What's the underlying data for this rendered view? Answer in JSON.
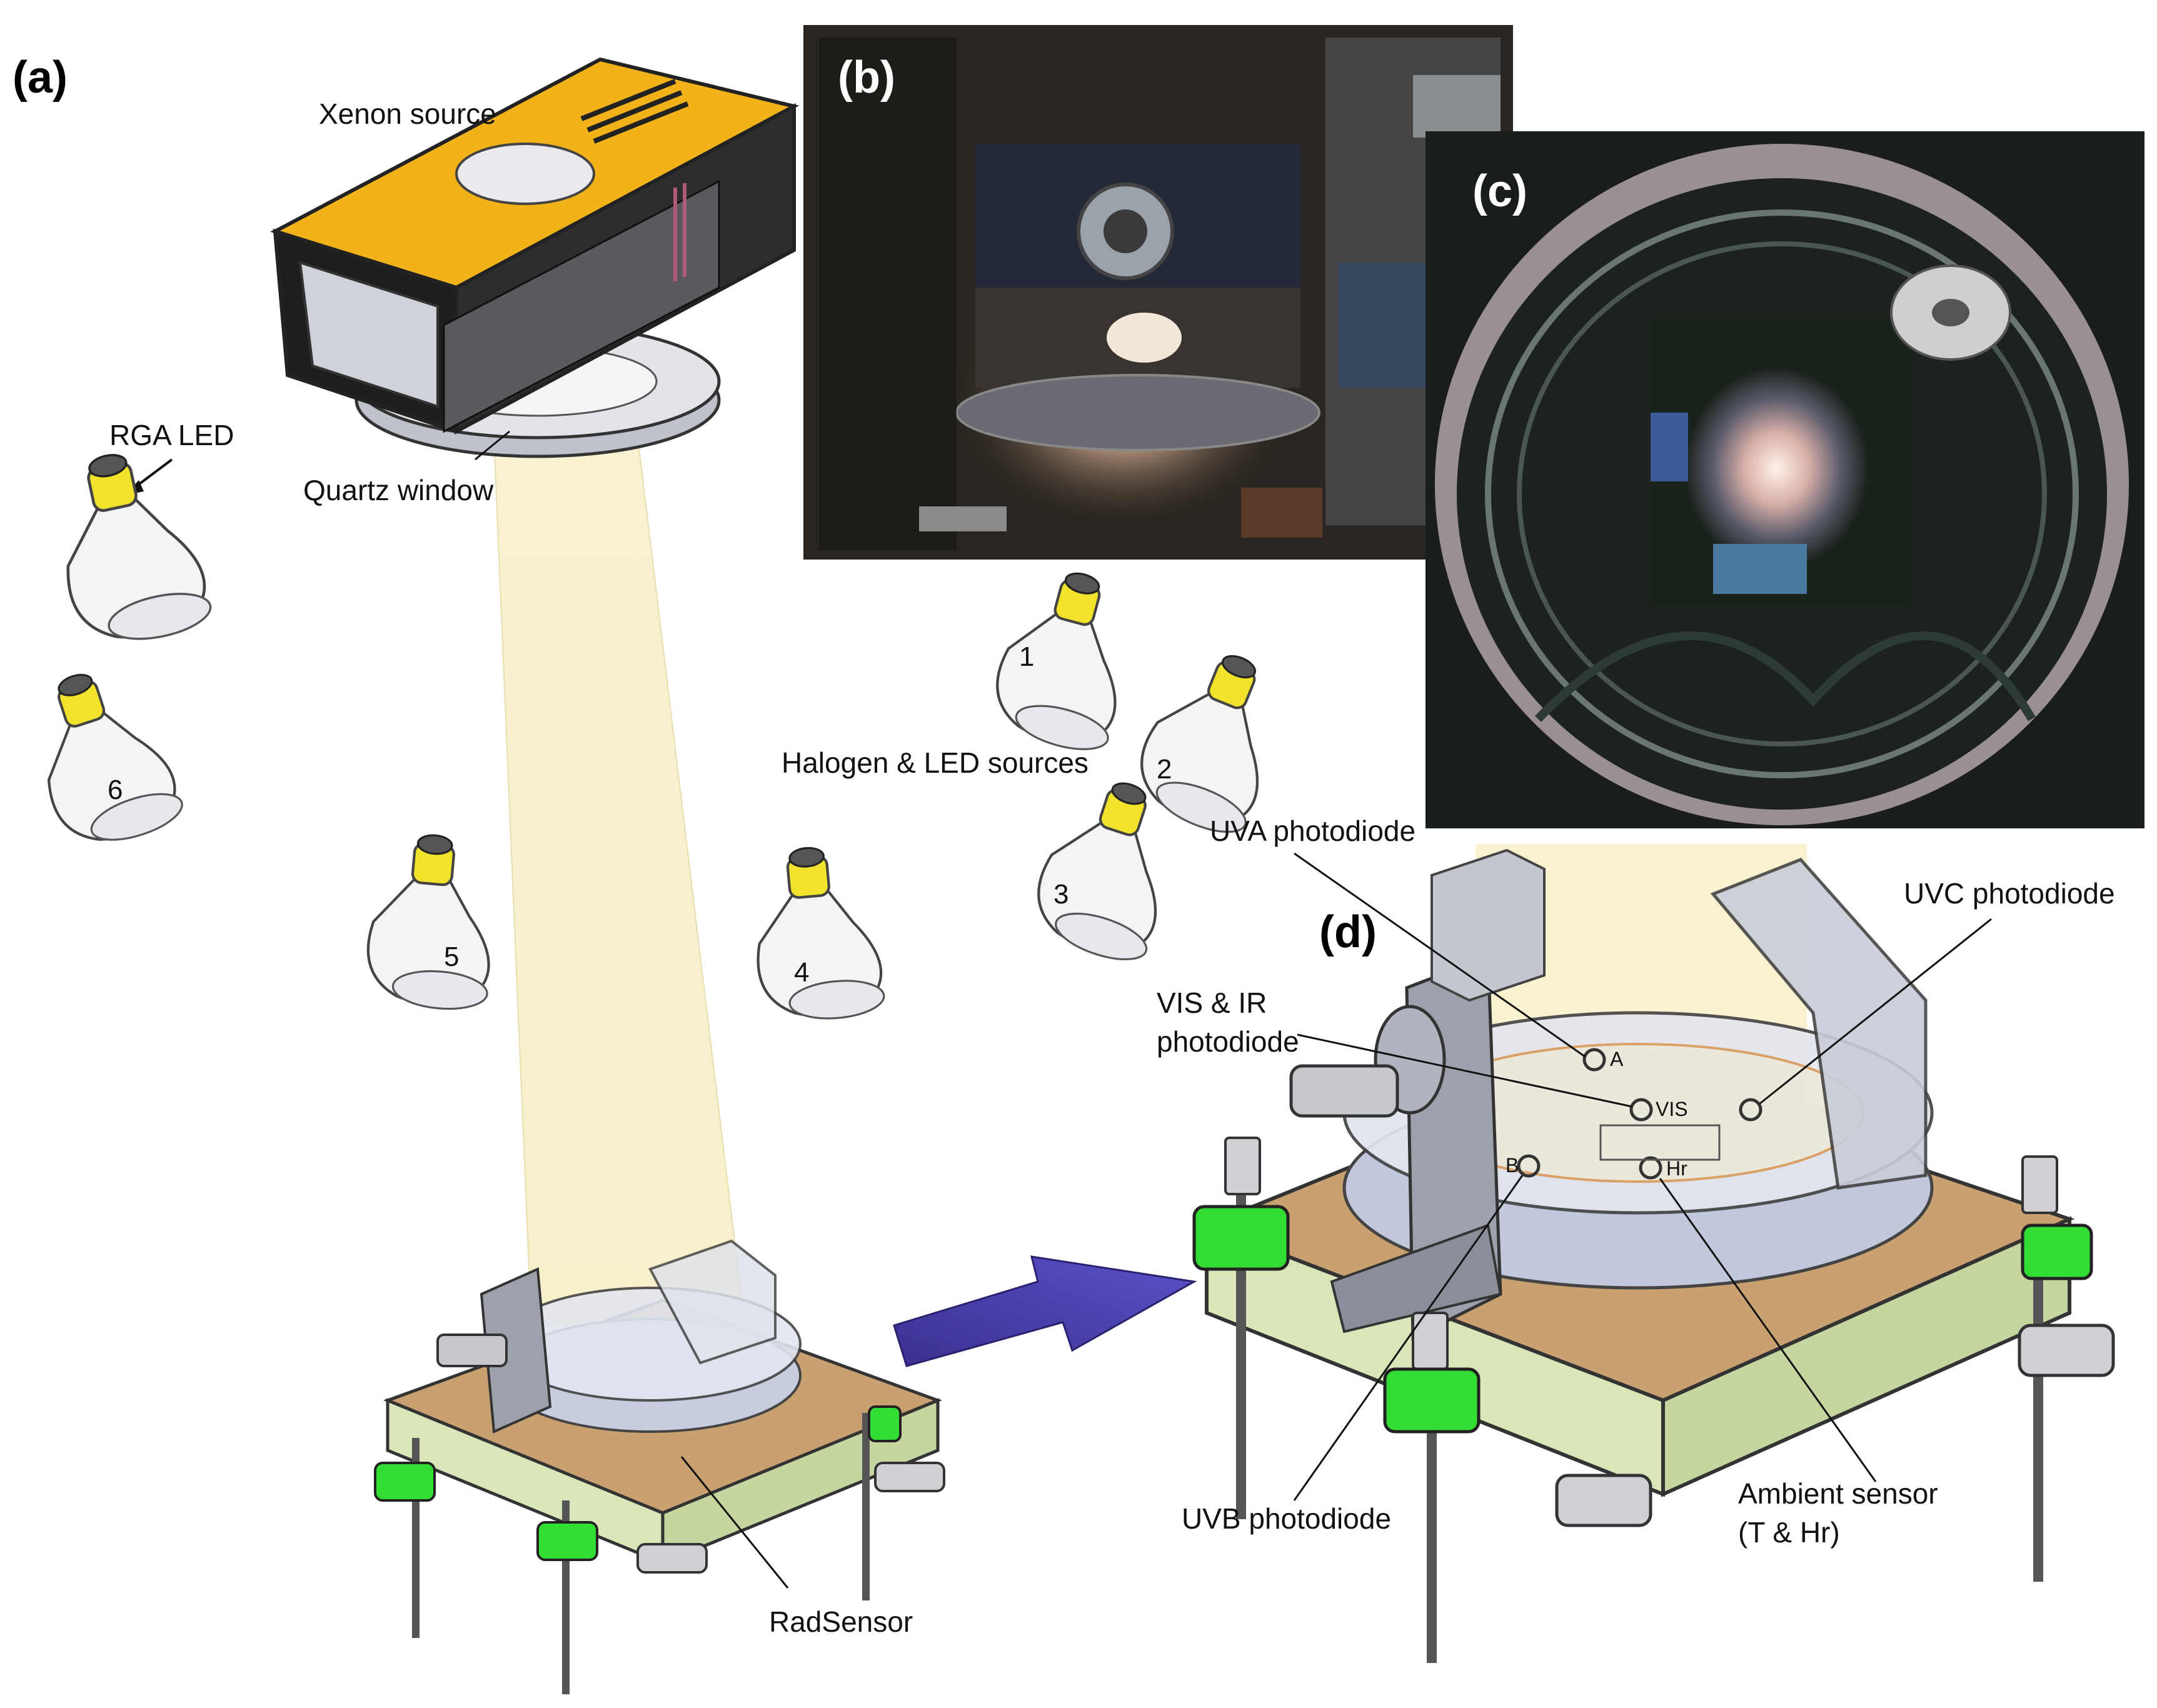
{
  "panels": {
    "a": "(a)",
    "b": "(b)",
    "c": "(c)",
    "d": "(d)"
  },
  "labels": {
    "xenon_source": "Xenon source",
    "rga_led": "RGA LED",
    "quartz_window": "Quartz window",
    "halogen_led_sources": "Halogen & LED sources",
    "radsensor": "RadSensor",
    "uva_photodiode": "UVA photodiode",
    "uvc_photodiode": "UVC photodiode",
    "vis_ir_line1": "VIS & IR",
    "vis_ir_line2": "photodiode",
    "uvb_photodiode": "UVB photodiode",
    "ambient_line1": "Ambient sensor",
    "ambient_line2": "(T & Hr)"
  },
  "lamp_numbers": [
    "1",
    "2",
    "3",
    "4",
    "5",
    "6"
  ],
  "sensor_marks": {
    "a": "A",
    "vis": "VIS",
    "b": "B",
    "hr": "Hr"
  },
  "colors": {
    "xenon_housing": "#f2b21a",
    "lamp_base": "#f1e22b",
    "beam": "#f6efc8",
    "copper_plate": "#c9a070",
    "green_plate": "#d8e6b8",
    "green_clamp": "#33dd33",
    "arrow": "#3a2f9a",
    "steel": "#b8bcc6"
  }
}
